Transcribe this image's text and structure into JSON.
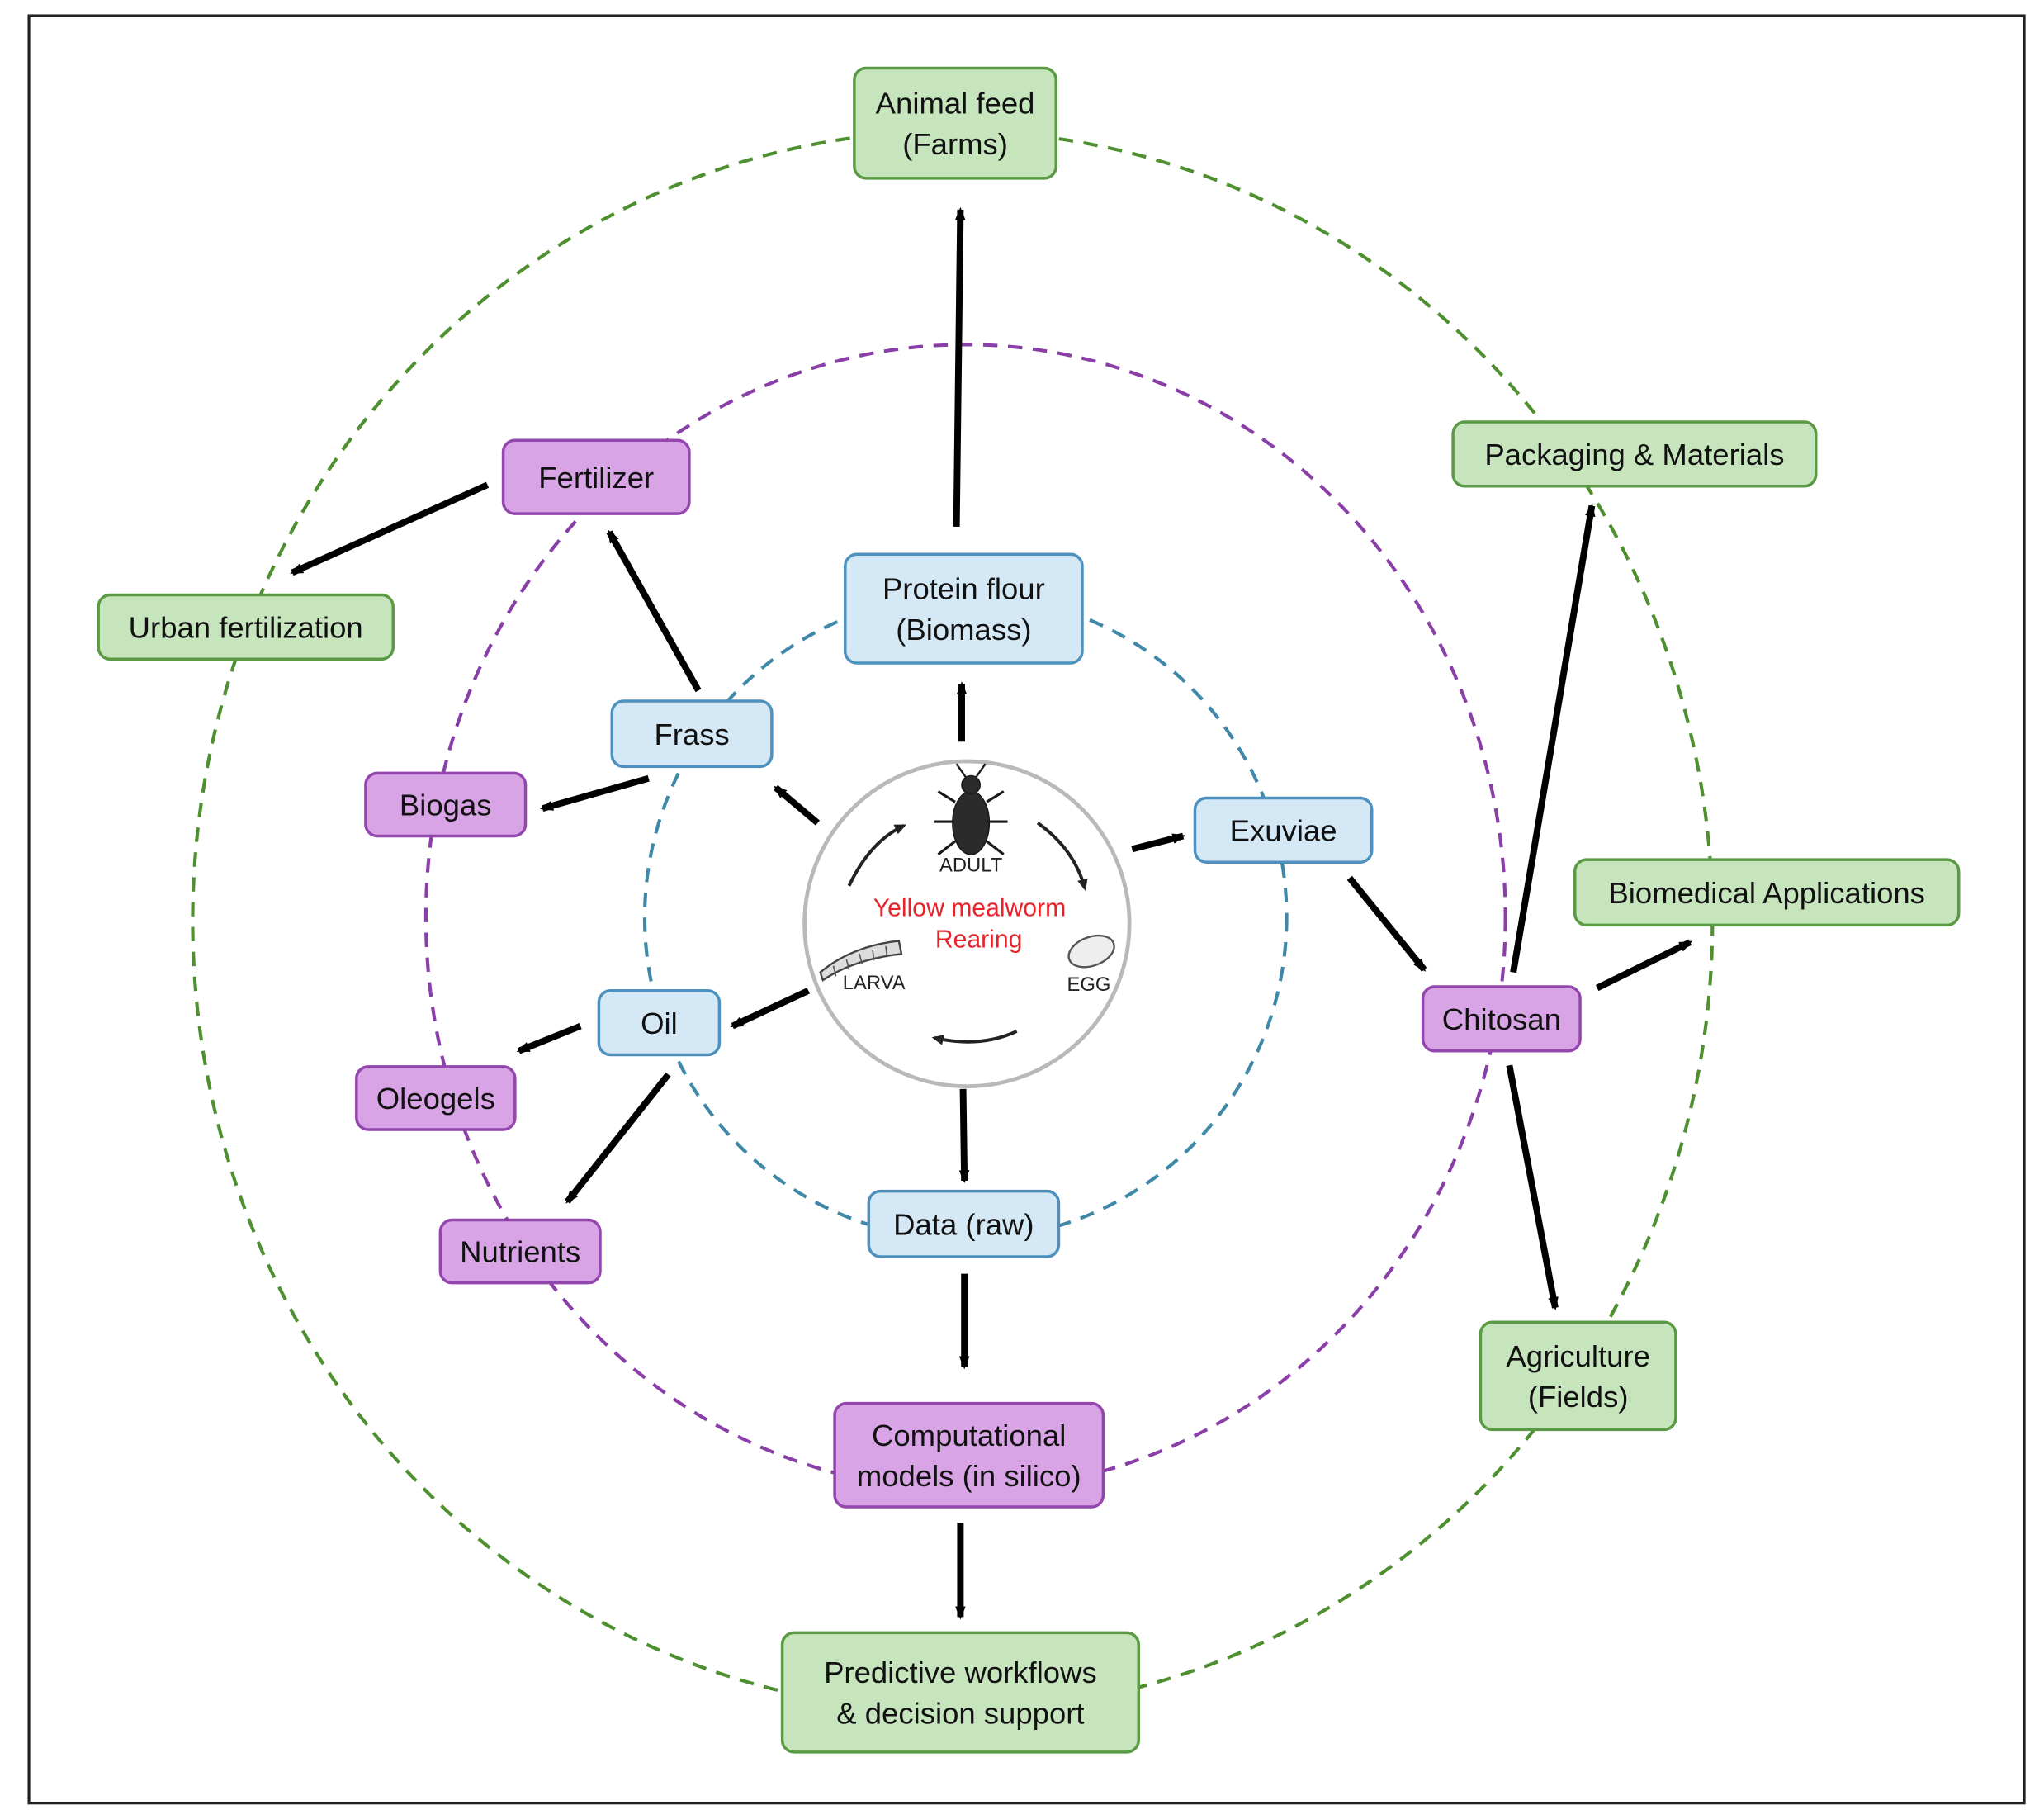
{
  "colors": {
    "ring_outer": "#4e8f2f",
    "ring_middle": "#8a3fa8",
    "ring_inner": "#3f88a8",
    "green_fill": "#c7e5bd",
    "green_stroke": "#5b9a44",
    "purple_fill": "#d8a4e6",
    "purple_stroke": "#9346ad",
    "blue_fill": "#d5e8f6",
    "blue_stroke": "#4f91be",
    "arrow": "#000000",
    "hub_text": "#e8222a"
  },
  "hub": {
    "title_line1": "Yellow mealworm",
    "title_line2": "Rearing",
    "stages": {
      "adult": "ADULT",
      "egg": "EGG",
      "larva": "LARVA"
    }
  },
  "nodes": {
    "animal_feed": [
      "Animal  feed",
      "(Farms)"
    ],
    "packaging": [
      "Packaging & Materials"
    ],
    "biomedical": [
      "Biomedical Applications"
    ],
    "agriculture": [
      "Agriculture",
      "(Fields)"
    ],
    "predictive": [
      "Predictive workflows",
      "& decision support"
    ],
    "urban_fertilization": [
      "Urban fertilization"
    ],
    "fertilizer": [
      "Fertilizer"
    ],
    "biogas": [
      "Biogas"
    ],
    "oleogels": [
      "Oleogels"
    ],
    "nutrients": [
      "Nutrients"
    ],
    "chitosan": [
      "Chitosan"
    ],
    "computational": [
      "Computational",
      "models (in silico)"
    ],
    "protein_flour": [
      "Protein flour",
      "(Biomass)"
    ],
    "frass": [
      "Frass"
    ],
    "exuviae": [
      "Exuviae"
    ],
    "oil": [
      "Oil"
    ],
    "data_raw": [
      "Data (raw)"
    ]
  }
}
